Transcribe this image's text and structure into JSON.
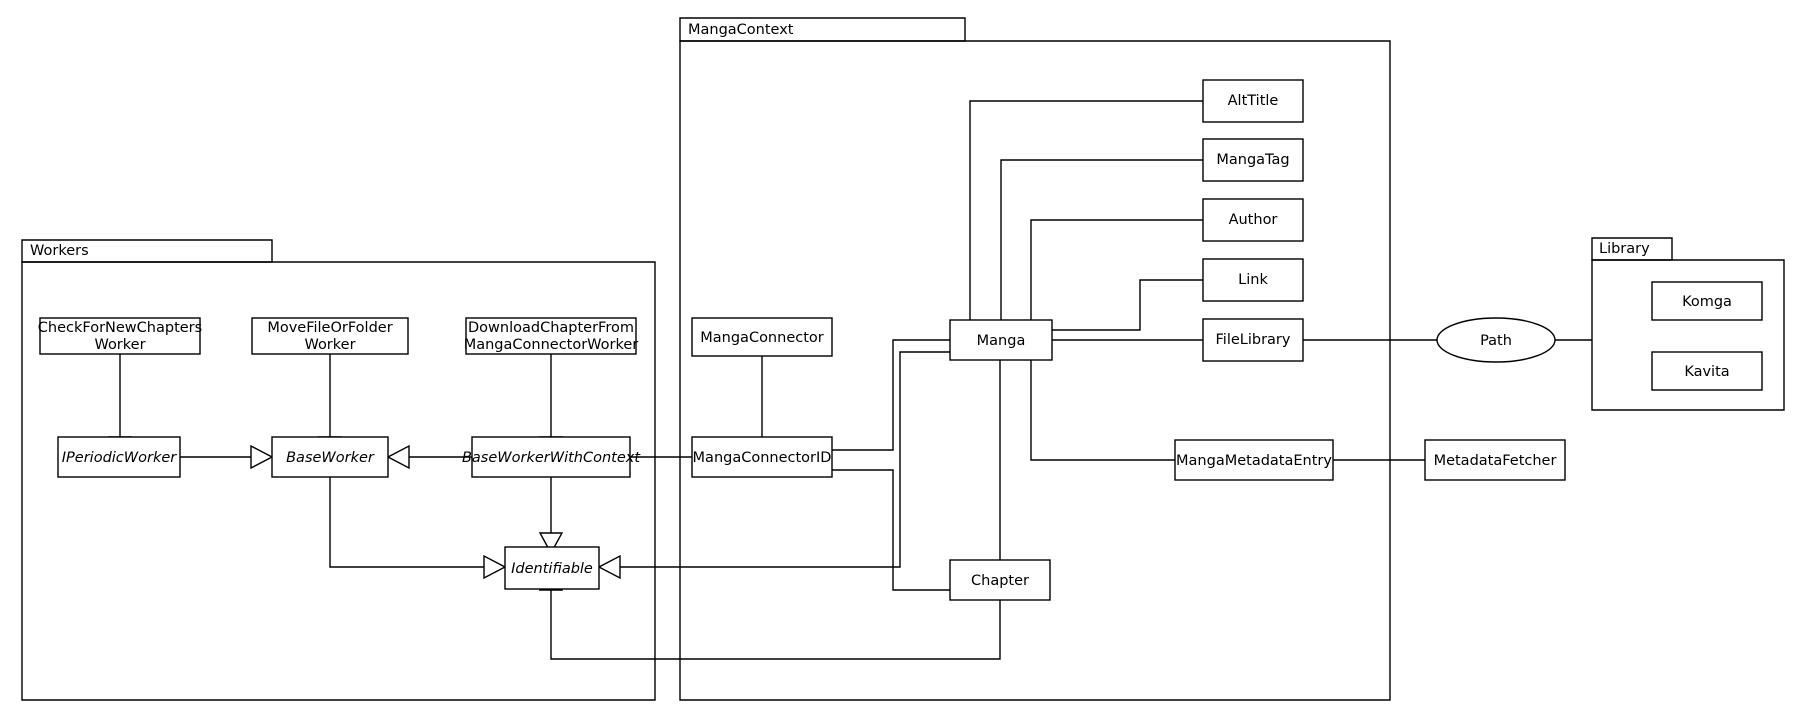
{
  "diagram": {
    "title": "Manga library architecture class diagram",
    "background_color": "#ffffff",
    "line_color": "#000000",
    "packages": [
      {
        "id": "workers",
        "label": "Workers"
      },
      {
        "id": "mangacontext",
        "label": "MangaContext"
      },
      {
        "id": "library",
        "label": "Library"
      }
    ],
    "nodes": {
      "check_for_new_chapters_worker": {
        "line1": "CheckForNewChapters",
        "line2": "Worker"
      },
      "move_file_or_folder_worker": {
        "line1": "MoveFileOrFolder",
        "line2": "Worker"
      },
      "download_chapter_worker": {
        "line1": "DownloadChapterFrom",
        "line2": "MangaConnectorWorker"
      },
      "iperiodicworker": {
        "label": "IPeriodicWorker",
        "abstract": true
      },
      "baseworker": {
        "label": "BaseWorker",
        "abstract": true
      },
      "baseworkerwithcontext": {
        "label": "BaseWorkerWithContext",
        "abstract": true
      },
      "identifiable": {
        "label": "Identifiable",
        "abstract": true
      },
      "mangaconnector": {
        "label": "MangaConnector"
      },
      "mangaconnectorid": {
        "label": "MangaConnectorID"
      },
      "manga": {
        "label": "Manga"
      },
      "chapter": {
        "label": "Chapter"
      },
      "alttitle": {
        "label": "AltTitle"
      },
      "mangatag": {
        "label": "MangaTag"
      },
      "author": {
        "label": "Author"
      },
      "link": {
        "label": "Link"
      },
      "filelibrary": {
        "label": "FileLibrary"
      },
      "mangametadataentry": {
        "label": "MangaMetadataEntry"
      },
      "metadatafetcher": {
        "label": "MetadataFetcher"
      },
      "path": {
        "label": "Path",
        "shape": "ellipse"
      },
      "komga": {
        "label": "Komga"
      },
      "kavita": {
        "label": "Kavita"
      }
    }
  }
}
